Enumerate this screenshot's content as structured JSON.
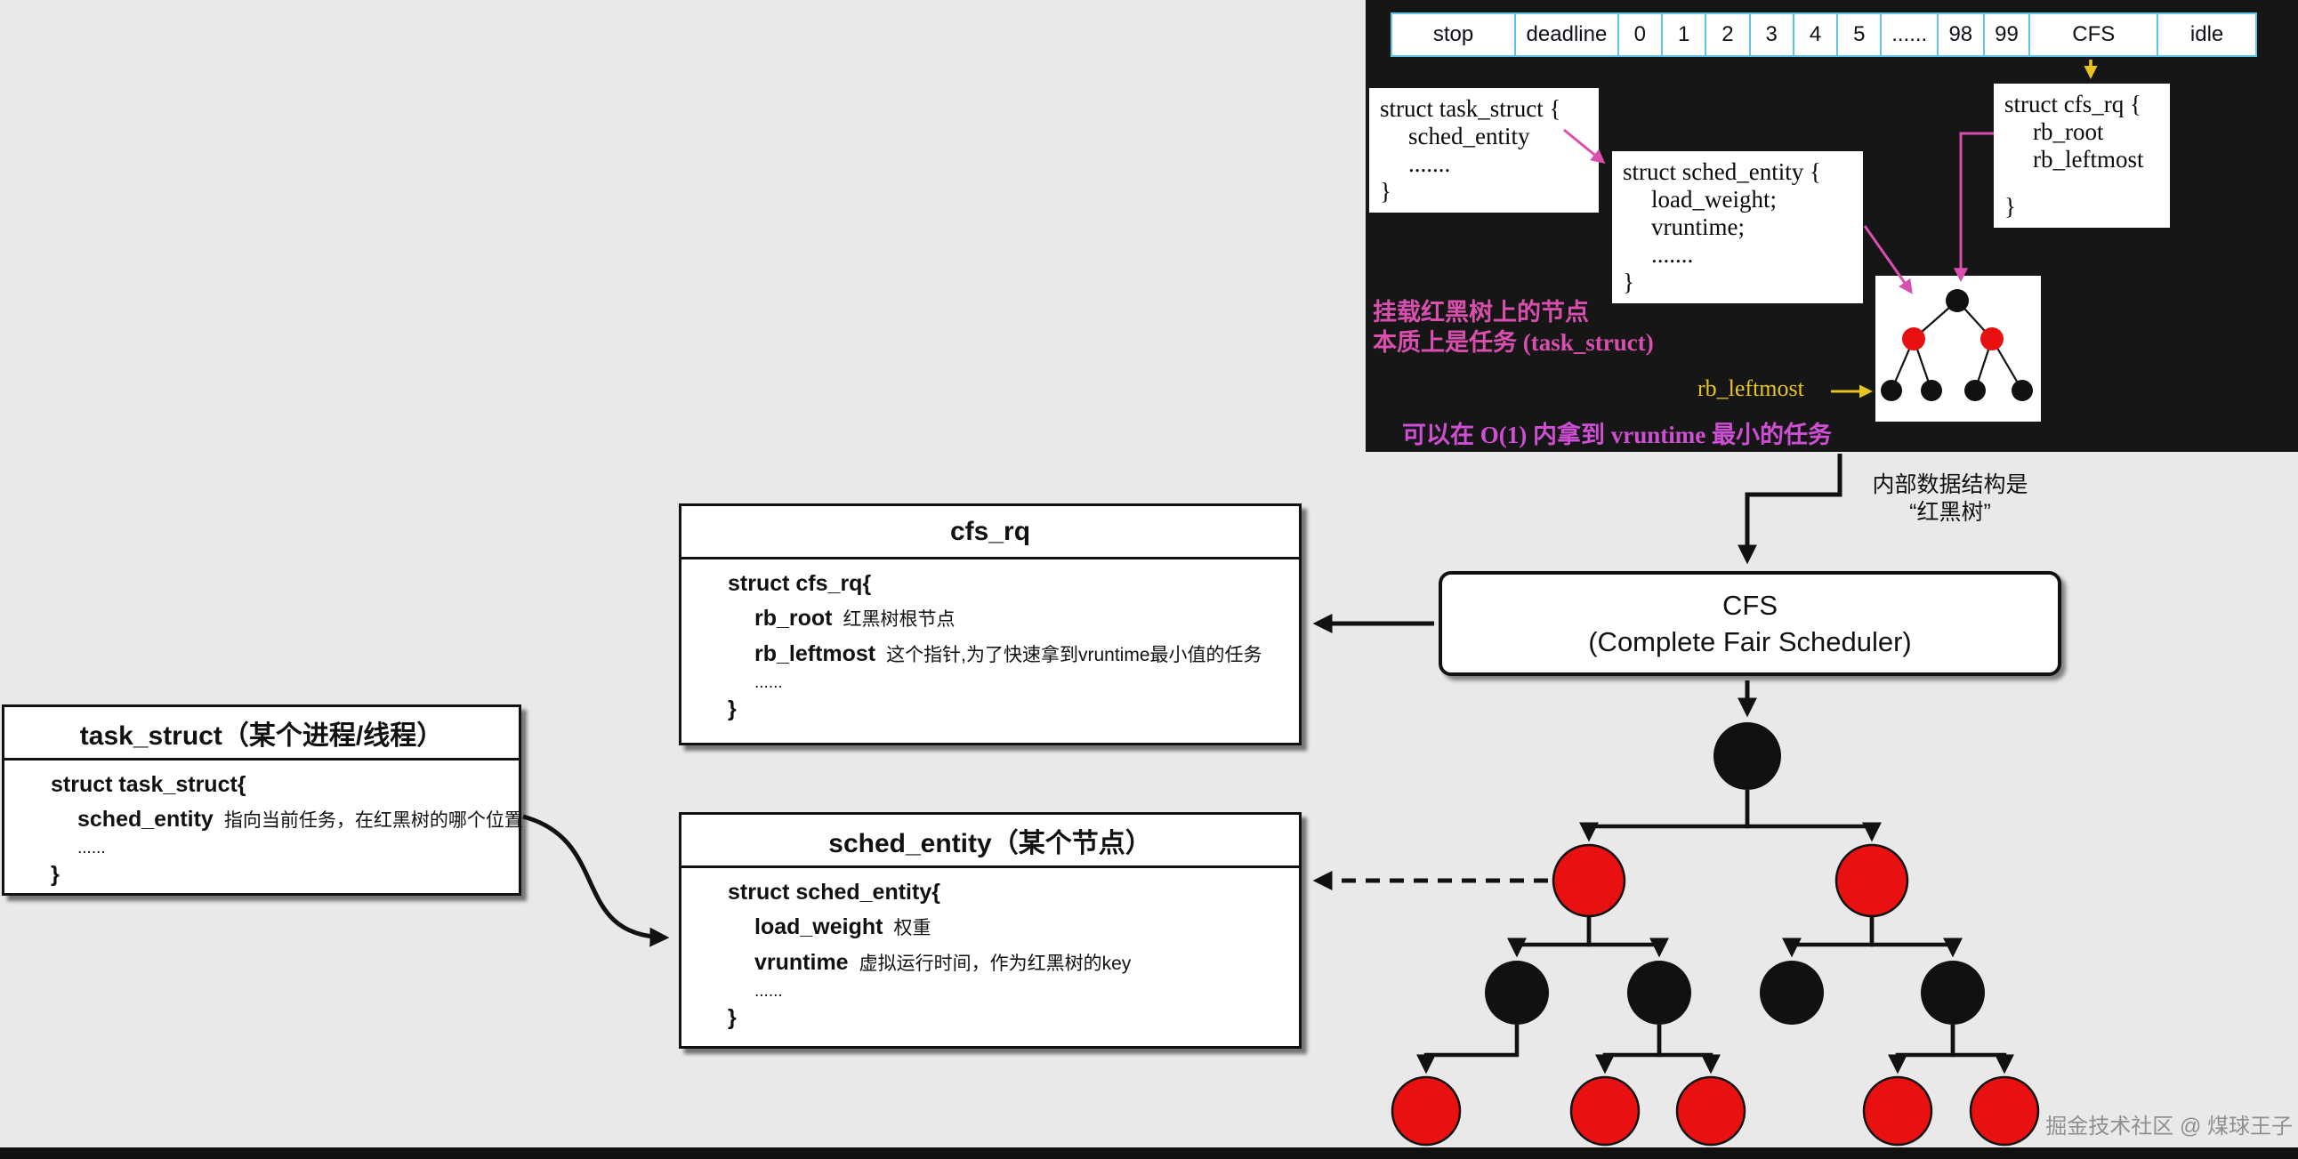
{
  "colors": {
    "background": "#e9e9e9",
    "panel_bg": "#161616",
    "table_grid": "#5fc5e8",
    "magenta": "#d84fae",
    "purple": "#cf4fd4",
    "yellow": "#e7c41f",
    "red_node": "#e81010",
    "black_node": "#111111"
  },
  "priority_table": {
    "cells": [
      "stop",
      "deadline",
      "0",
      "1",
      "2",
      "3",
      "4",
      "5",
      "......",
      "98",
      "99",
      "CFS",
      "idle"
    ]
  },
  "dark_panel": {
    "task_snippet": {
      "l0": "struct task_struct {",
      "l1": "sched_entity",
      "l2": ".......",
      "l3": "}"
    },
    "entity_snippet": {
      "l0": "struct sched_entity {",
      "l1": "load_weight;",
      "l2": "vruntime;",
      "l3": ".......",
      "l4": "}"
    },
    "cfsrq_snippet": {
      "l0": "struct cfs_rq {",
      "l1": "rb_root",
      "l2": "rb_leftmost",
      "l3": "}"
    },
    "note1_line1": "挂载红黑树上的节点",
    "note1_line2": "本质上是任务 (task_struct)",
    "rb_leftmost_label": "rb_leftmost",
    "note2": "可以在 O(1) 内拿到 vruntime 最小的任务"
  },
  "boxes": {
    "cfs_rq": {
      "title": "cfs_rq",
      "open": "struct cfs_rq{",
      "fields": [
        {
          "name": "rb_root",
          "desc": "红黑树根节点"
        },
        {
          "name": "rb_leftmost",
          "desc": "这个指针,为了快速拿到vruntime最小值的任务"
        }
      ],
      "dots": "......",
      "close": "}"
    },
    "task_struct": {
      "title": "task_struct（某个进程/线程）",
      "open": "struct task_struct{",
      "fields": [
        {
          "name": "sched_entity",
          "desc": "指向当前任务，在红黑树的哪个位置"
        }
      ],
      "dots": "......",
      "close": "}"
    },
    "sched_entity": {
      "title": "sched_entity（某个节点）",
      "open": "struct sched_entity{",
      "fields": [
        {
          "name": "load_weight",
          "desc": "权重"
        },
        {
          "name": "vruntime",
          "desc": "虚拟运行时间，作为红黑树的key"
        }
      ],
      "dots": "......",
      "close": "}"
    }
  },
  "cfs_node": {
    "line1": "CFS",
    "line2": "(Complete Fair Scheduler)"
  },
  "rb_note": {
    "line1": "内部数据结构是",
    "line2": "“红黑树”"
  },
  "watermark": "掘金技术社区 @ 煤球王子"
}
